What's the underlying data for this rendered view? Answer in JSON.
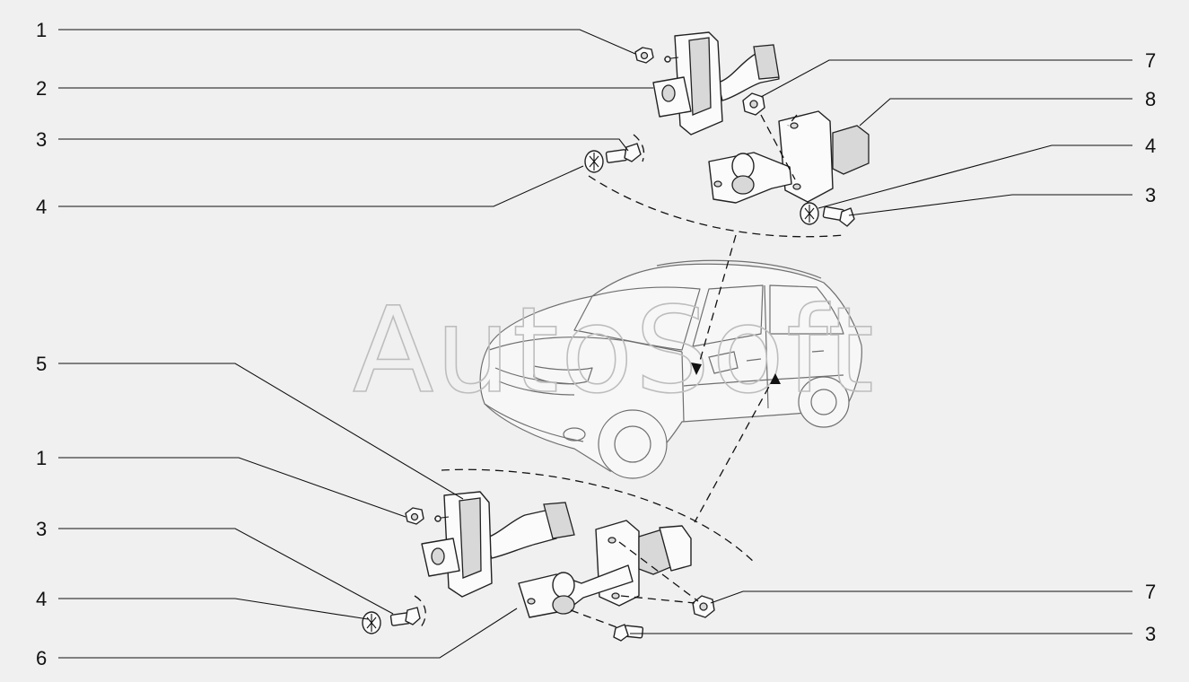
{
  "watermark": "AutoSoft",
  "callouts": {
    "top_left": [
      "1",
      "2",
      "3",
      "4"
    ],
    "top_right": [
      "7",
      "8",
      "4",
      "3"
    ],
    "bottom_left": [
      "5",
      "1",
      "3",
      "4",
      "6"
    ],
    "bottom_right": [
      "7",
      "3"
    ]
  },
  "colors": {
    "background": "#f0f0f0",
    "line": "#111111",
    "watermark": "#bdbdbd"
  }
}
